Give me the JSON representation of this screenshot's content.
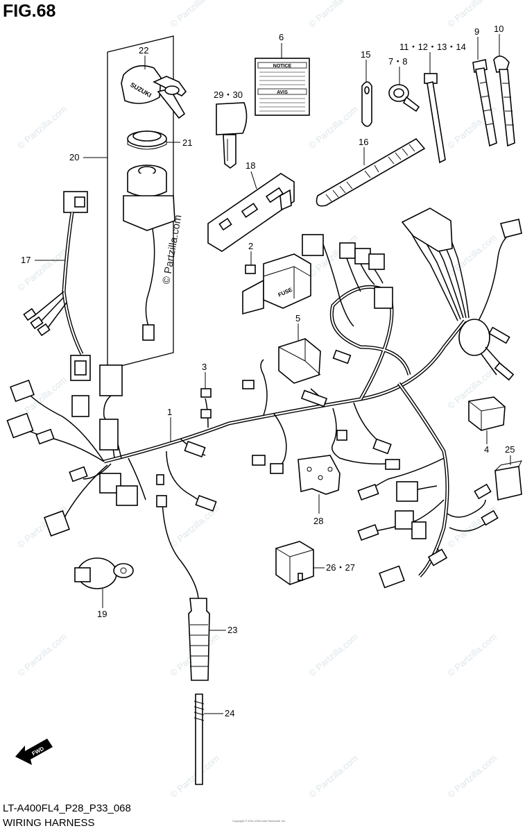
{
  "figure": {
    "title": "FIG.68",
    "model_code": "LT-A400FL4_P28_P33_068",
    "section_name": "WIRING HARNESS",
    "fwd_label": "FWD",
    "watermark": "© Partzilla.com",
    "fine_print": "Copyright © 2011-2020 Ariel Stonewall, Inc."
  },
  "decal": {
    "notice": "NOTICE",
    "avis": "AVIS"
  },
  "callouts": {
    "c1": "1",
    "c2": "2",
    "c3": "3",
    "c4": "4",
    "c5": "5",
    "c6": "6",
    "c7_8": "7・8",
    "c9": "9",
    "c10": "10",
    "c11_14": "11・12・13・14",
    "c15": "15",
    "c16": "16",
    "c17": "17",
    "c18": "18",
    "c19": "19",
    "c20": "20",
    "c21": "21",
    "c22": "22",
    "c23": "23",
    "c24": "24",
    "c25": "25",
    "c26_27": "26・27",
    "c28": "28",
    "c29_30": "29・30"
  },
  "colors": {
    "line": "#000000",
    "background": "#ffffff",
    "watermark": "#dde6ea"
  }
}
